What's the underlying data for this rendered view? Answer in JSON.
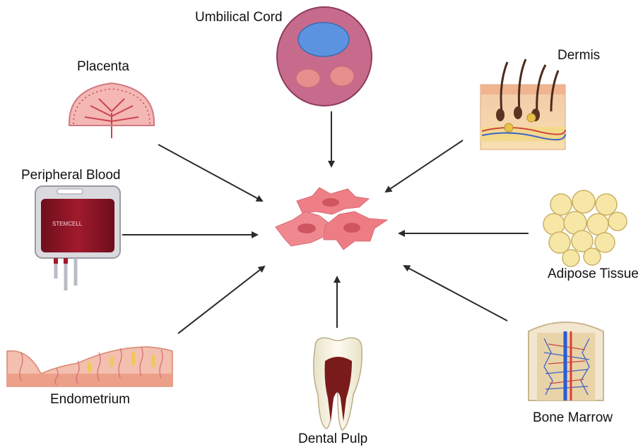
{
  "title": "",
  "center": {
    "icon": "mesenchymal-stem-cells-icon"
  },
  "sources": [
    {
      "key": "umbilical",
      "label": "Umbilical Cord",
      "icon": "umbilical-cord-icon"
    },
    {
      "key": "placenta",
      "label": "Placenta",
      "icon": "placenta-icon"
    },
    {
      "key": "dermis",
      "label": "Dermis",
      "icon": "skin-dermis-icon"
    },
    {
      "key": "peripheral",
      "label": "Peripheral Blood",
      "icon": "blood-bag-icon",
      "bag_text": "STEMCELL"
    },
    {
      "key": "adipose",
      "label": "Adipose Tissue",
      "icon": "fat-cells-icon"
    },
    {
      "key": "endometrium",
      "label": "Endometrium",
      "icon": "endometrium-icon"
    },
    {
      "key": "bone",
      "label": "Bone Marrow",
      "icon": "bone-marrow-icon"
    },
    {
      "key": "dental",
      "label": "Dental Pulp",
      "icon": "tooth-icon"
    }
  ],
  "colors": {
    "arrow": "#2b2b2b",
    "cell": "#ef7f86",
    "cell_nucleus": "#cf5560",
    "cord": "#c76b8d",
    "cord_vein": "#5b93e0",
    "cord_artery": "#e78e8e",
    "blood": "#8e1524"
  }
}
